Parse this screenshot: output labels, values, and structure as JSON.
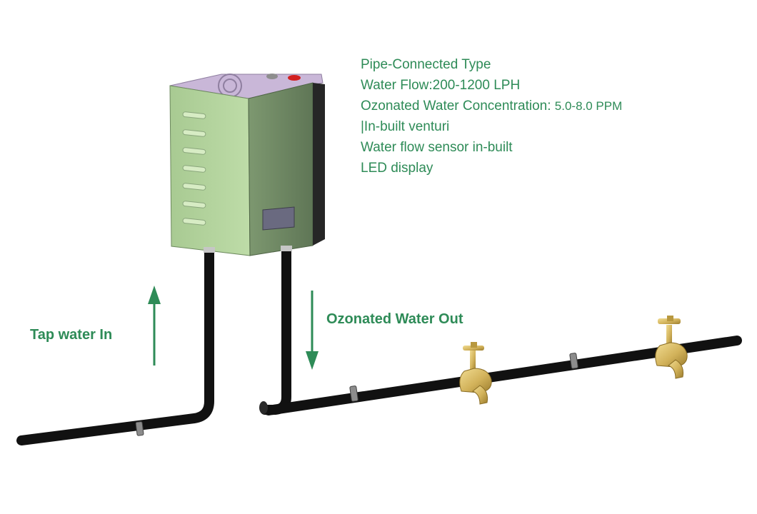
{
  "specs": {
    "type": "Pipe-Connected Type",
    "flow": "Water Flow:200-1200 LPH",
    "concentration_label": "Ozonated Water Concentration:",
    "concentration_value": "5.0-8.0 PPM",
    "venturi": "|In-built venturi",
    "sensor": "Water flow sensor in-built",
    "display": "LED display"
  },
  "labels": {
    "inlet": "Tap water In",
    "outlet": "Ozonated Water Out"
  },
  "colors": {
    "text_green": "#2e8b57",
    "arrow_green": "#2e8b57",
    "housing_front": "#b8d8a0",
    "housing_side": "#6f8a62",
    "housing_dark": "#262626",
    "lid": "#c9b7d8",
    "pipe": "#111111",
    "brass": "#d4b35a"
  }
}
